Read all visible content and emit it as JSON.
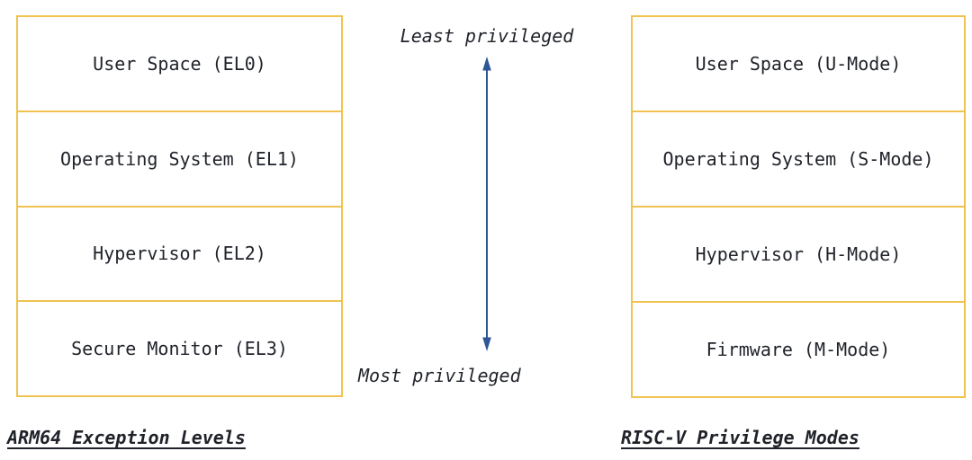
{
  "colors": {
    "border": "#F0C350",
    "arrow": "#2F5795",
    "text": "#1F2229"
  },
  "left_stack": {
    "caption": "ARM64 Exception Levels",
    "levels": [
      "User Space (EL0)",
      "Operating System (EL1)",
      "Hypervisor (EL2)",
      "Secure Monitor (EL3)"
    ]
  },
  "right_stack": {
    "caption": "RISC-V Privilege Modes",
    "levels": [
      "User Space (U-Mode)",
      "Operating System (S-Mode)",
      "Hypervisor (H-Mode)",
      "Firmware (M-Mode)"
    ]
  },
  "privilege_axis": {
    "top_label": "Least privileged",
    "bottom_label": "Most privileged"
  }
}
